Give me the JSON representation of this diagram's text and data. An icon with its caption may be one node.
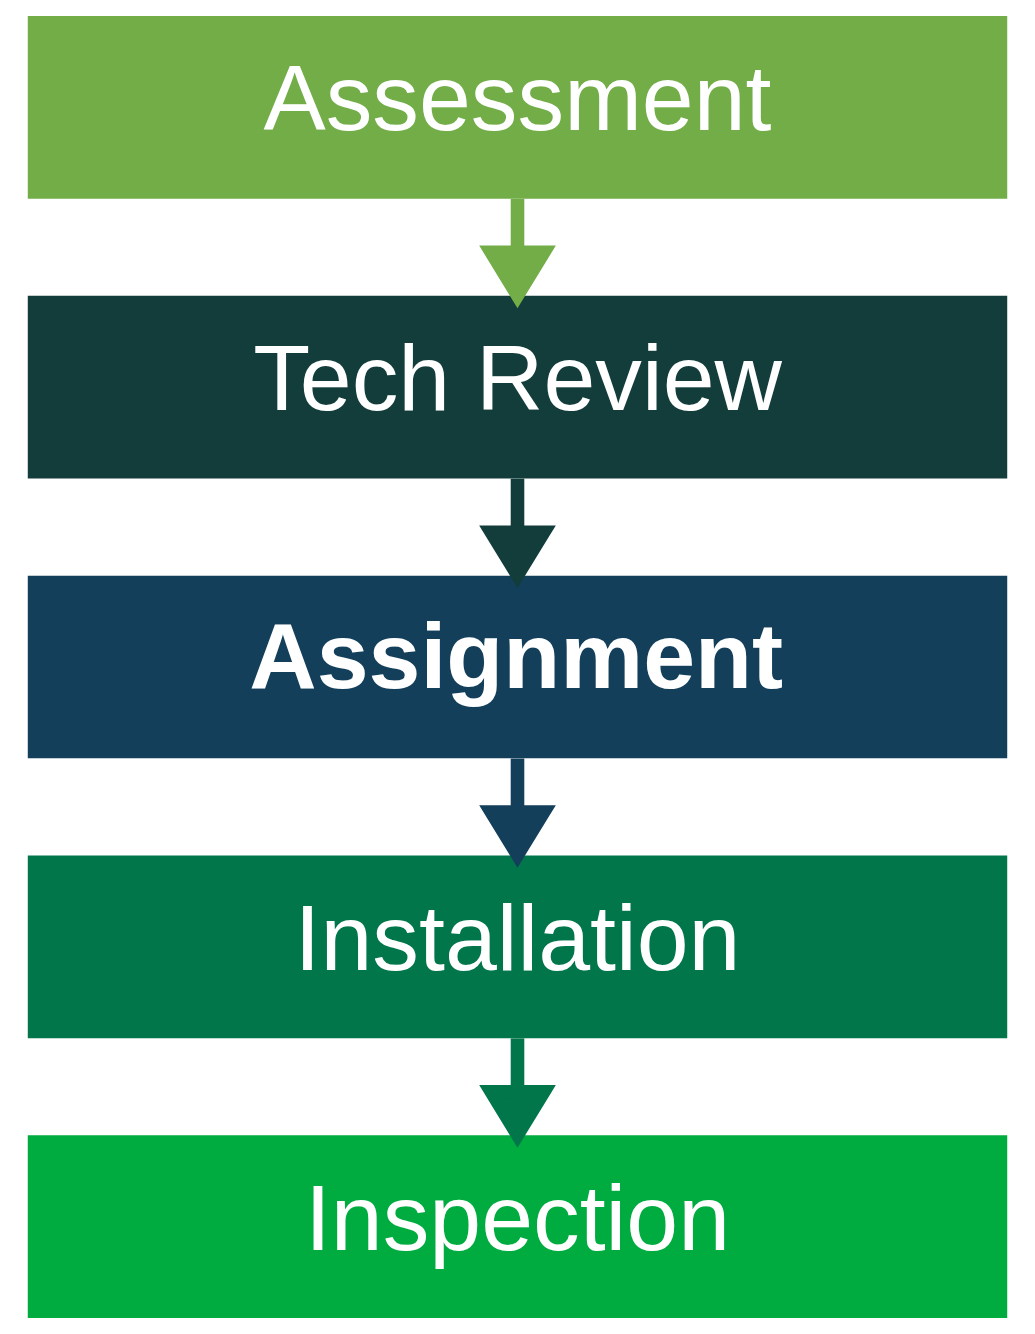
{
  "diagram": {
    "nodes": [
      {
        "text": [
          "Assessment"
        ]
      },
      {
        "text": [
          "Tech Review"
        ]
      },
      {
        "text": [
          "Assignment"
        ]
      },
      {
        "text": [
          "Installation"
        ]
      },
      {
        "text": [
          "Inspection"
        ]
      }
    ],
    "edges": [
      {
        "from": 0,
        "to": 1,
        "arrow": "to",
        "color": "#72ad48"
      },
      {
        "from": 1,
        "to": 2,
        "arrow": "to",
        "color": "#123d3b"
      },
      {
        "from": 2,
        "to": 3,
        "arrow": "to",
        "color": "#133f5a"
      },
      {
        "from": 3,
        "to": 4,
        "arrow": "to",
        "color": "#00764a"
      }
    ]
  }
}
